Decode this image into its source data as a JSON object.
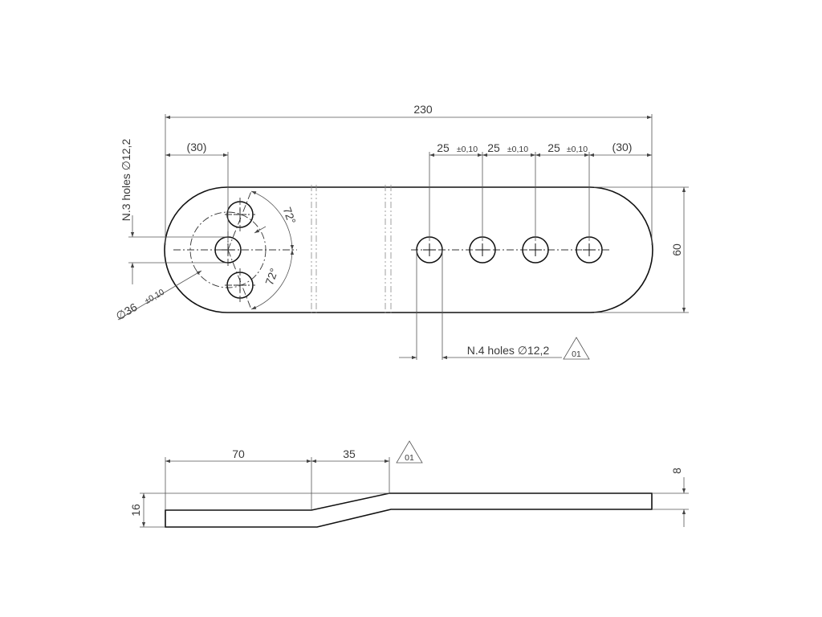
{
  "colors": {
    "line": "#111111",
    "dimension": "#555555",
    "text": "#3a3a3a",
    "background": "#ffffff"
  },
  "top_view": {
    "overall_length": "230",
    "left_ref": "(30)",
    "right_ref": "(30)",
    "pitch_1": "25",
    "pitch_2": "25",
    "pitch_3": "25",
    "tolerance": "±0,10",
    "width": "60",
    "three_holes_note": "N.3 holes ∅12,2",
    "bolt_circle": "∅36",
    "bolt_circle_tol": "±0,10",
    "angle_upper": "72°",
    "angle_lower": "72°",
    "four_holes_note": "N.4 holes ∅12,2",
    "revision": "01"
  },
  "side_view": {
    "length_flat": "70",
    "length_bend": "35",
    "offset_height": "16",
    "thickness": "8",
    "revision": "01"
  }
}
